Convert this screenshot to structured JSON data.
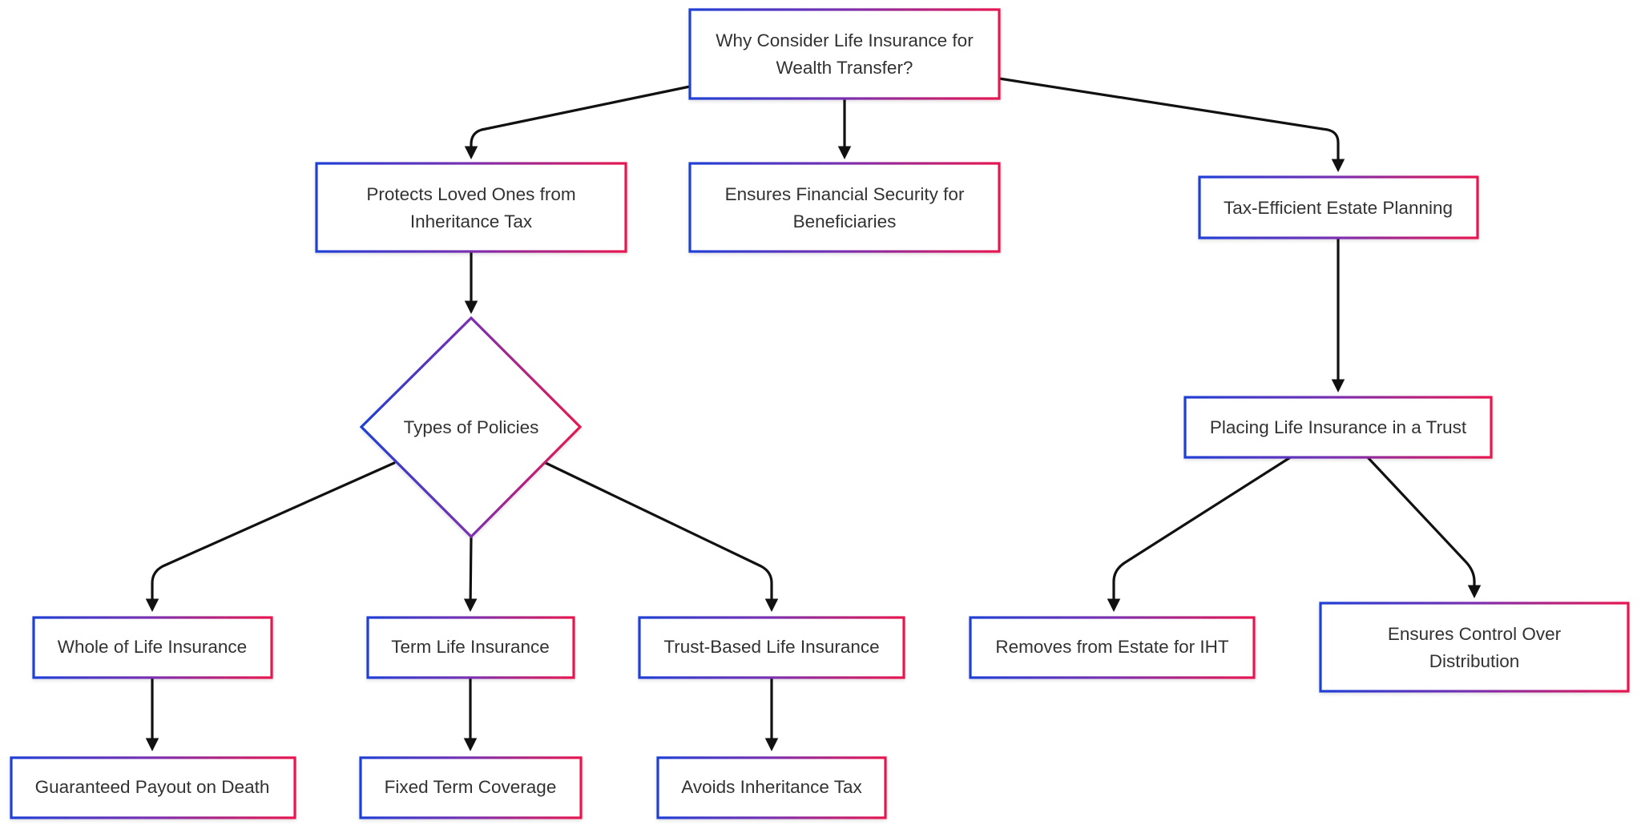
{
  "diagram": {
    "nodes": {
      "root": {
        "label_line1": "Why Consider Life Insurance for",
        "label_line2": "Wealth Transfer?"
      },
      "protects": {
        "label_line1": "Protects Loved Ones from",
        "label_line2": "Inheritance Tax"
      },
      "ensures_security": {
        "label_line1": "Ensures Financial Security for",
        "label_line2": "Beneficiaries"
      },
      "tax_efficient": {
        "label": "Tax-Efficient Estate Planning"
      },
      "types": {
        "label": "Types of Policies"
      },
      "placing_trust": {
        "label": "Placing Life Insurance in a Trust"
      },
      "whole_of_life": {
        "label": "Whole of Life Insurance"
      },
      "term_life": {
        "label": "Term Life Insurance"
      },
      "trust_based": {
        "label": "Trust-Based Life Insurance"
      },
      "removes_estate": {
        "label": "Removes from Estate for IHT"
      },
      "ensures_control": {
        "label_line1": "Ensures Control Over",
        "label_line2": "Distribution"
      },
      "guaranteed_payout": {
        "label": "Guaranteed Payout on Death"
      },
      "fixed_term": {
        "label": "Fixed Term Coverage"
      },
      "avoids_iht": {
        "label": "Avoids Inheritance Tax"
      }
    },
    "edges": [
      {
        "from": "root",
        "to": "protects"
      },
      {
        "from": "root",
        "to": "ensures_security"
      },
      {
        "from": "root",
        "to": "tax_efficient"
      },
      {
        "from": "protects",
        "to": "types"
      },
      {
        "from": "tax_efficient",
        "to": "placing_trust"
      },
      {
        "from": "types",
        "to": "whole_of_life"
      },
      {
        "from": "types",
        "to": "term_life"
      },
      {
        "from": "types",
        "to": "trust_based"
      },
      {
        "from": "placing_trust",
        "to": "removes_estate"
      },
      {
        "from": "placing_trust",
        "to": "ensures_control"
      },
      {
        "from": "whole_of_life",
        "to": "guaranteed_payout"
      },
      {
        "from": "term_life",
        "to": "fixed_term"
      },
      {
        "from": "trust_based",
        "to": "avoids_iht"
      }
    ],
    "colors": {
      "border_gradient_start": "#1f3fd6",
      "border_gradient_mid": "#7b2fb0",
      "border_gradient_end": "#e8174f",
      "arrow": "#111111",
      "text": "#333333",
      "node_fill": "#ffffff"
    }
  }
}
